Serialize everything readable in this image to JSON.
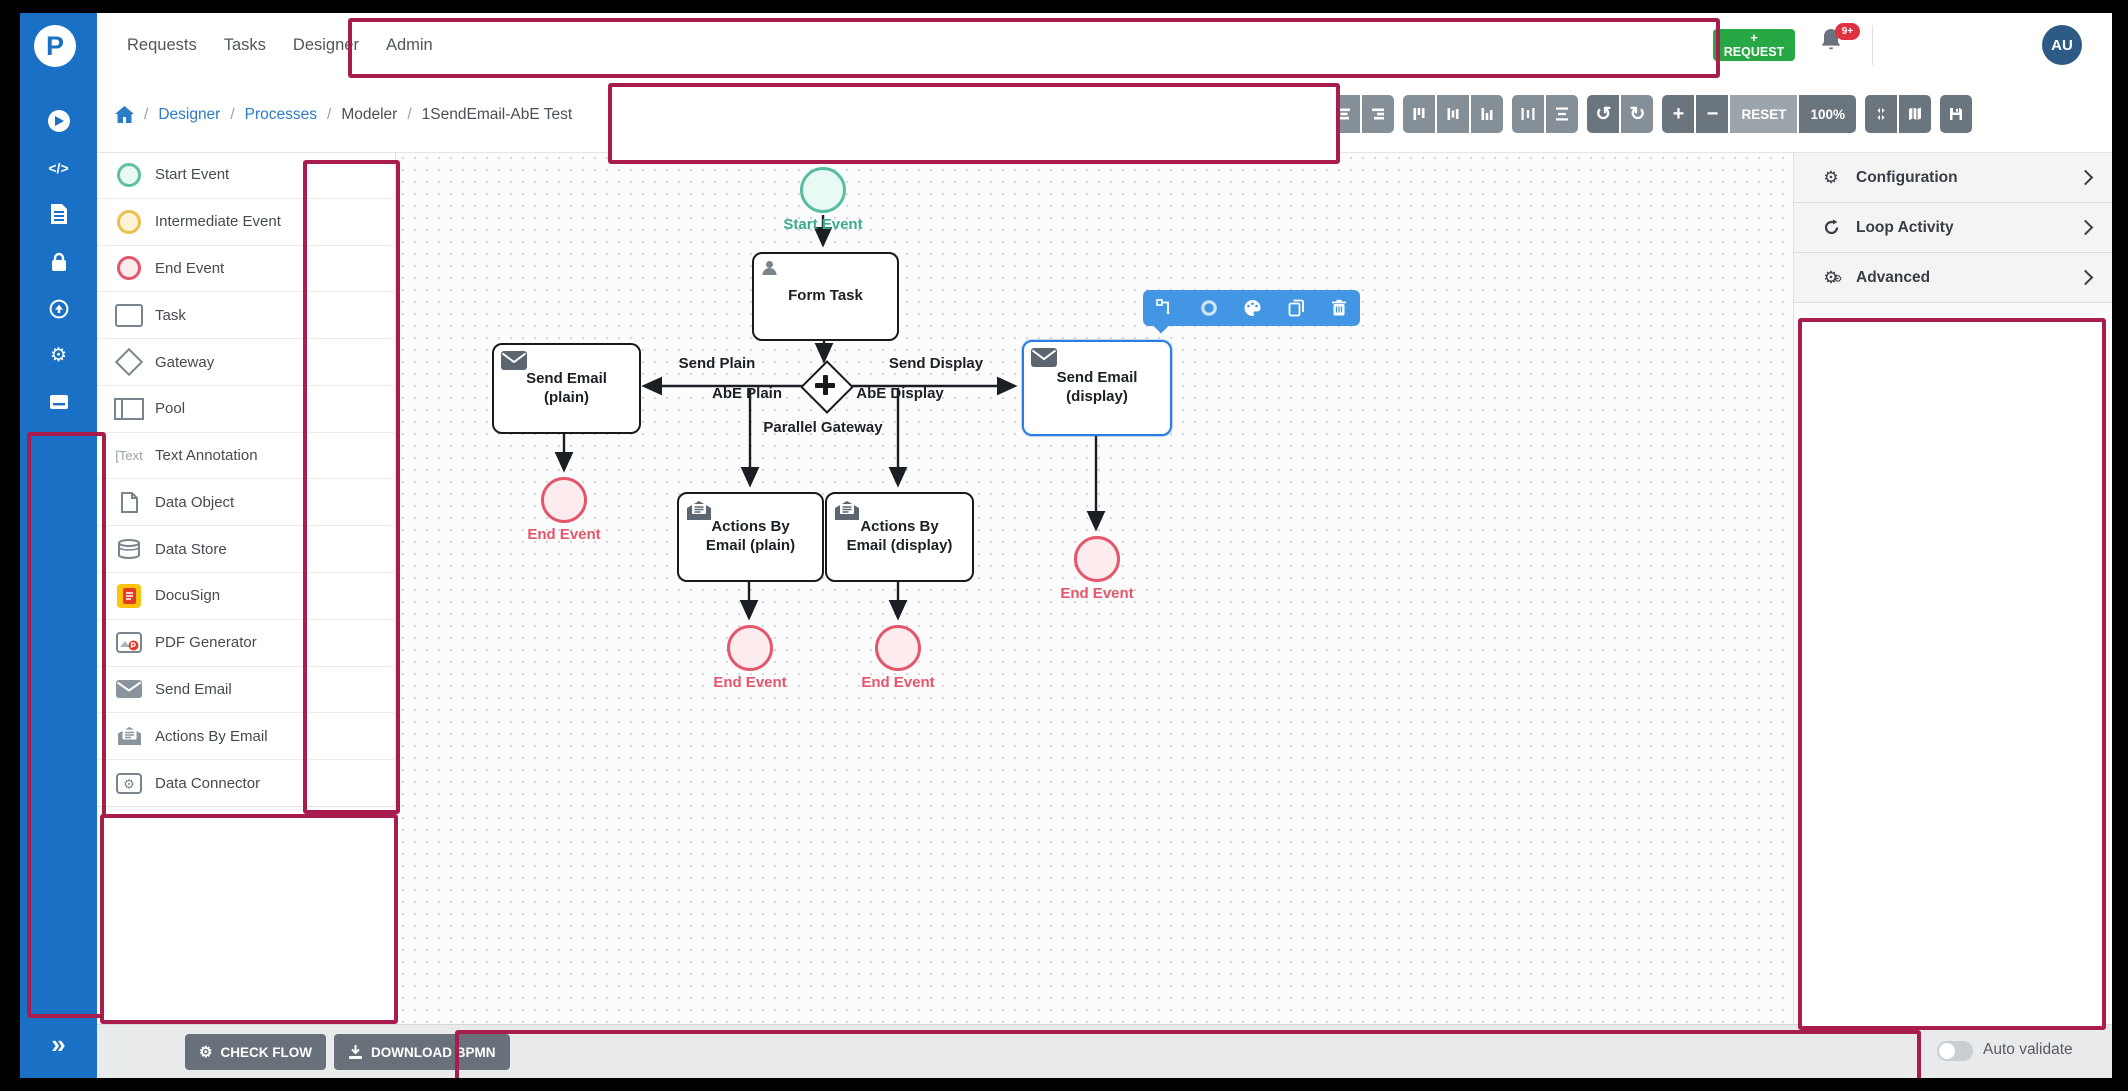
{
  "topbar": {
    "menu": [
      {
        "label": "Requests"
      },
      {
        "label": "Tasks"
      },
      {
        "label": "Designer"
      },
      {
        "label": "Admin"
      }
    ],
    "request_button": "+ REQUEST",
    "notification_badge": "9+",
    "avatar_initials": "AU"
  },
  "breadcrumb": {
    "separator": "/",
    "items": [
      {
        "label": "Designer"
      },
      {
        "label": "Processes"
      },
      {
        "label": "Modeler"
      },
      {
        "label": "1SendEmail-AbE Test"
      }
    ]
  },
  "modeler_toolbar": {
    "reset_label": "RESET",
    "zoom_level": "100%",
    "plus": "+",
    "minus": "−",
    "undo_glyph": "↺",
    "redo_glyph": "↻",
    "icon_names": [
      "align-left",
      "align-center",
      "align-right",
      "align-top",
      "align-middle",
      "align-bottom",
      "distribute-horizontal",
      "distribute-vertical",
      "undo",
      "redo",
      "zoom-in",
      "zoom-out",
      "reset",
      "zoom-level",
      "fit-to-screen",
      "minimap",
      "save"
    ]
  },
  "palette": {
    "items": [
      {
        "label": "Start Event",
        "icon": "start-event-circle"
      },
      {
        "label": "Intermediate Event",
        "icon": "intermediate-event-circle"
      },
      {
        "label": "End Event",
        "icon": "end-event-circle"
      },
      {
        "label": "Task",
        "icon": "task-rectangle"
      },
      {
        "label": "Gateway",
        "icon": "gateway-diamond"
      },
      {
        "label": "Pool",
        "icon": "pool-rectangle"
      },
      {
        "label": "Text Annotation",
        "icon": "text-annotation",
        "glyph": "[Text"
      },
      {
        "label": "Data Object",
        "icon": "data-object-page"
      },
      {
        "label": "Data Store",
        "icon": "data-store-cylinder"
      },
      {
        "label": "DocuSign",
        "icon": "docusign-logo"
      },
      {
        "label": "PDF Generator",
        "icon": "pdf-generator"
      },
      {
        "label": "Send Email",
        "icon": "envelope"
      },
      {
        "label": "Actions By Email",
        "icon": "actions-by-email"
      },
      {
        "label": "Data Connector",
        "icon": "data-connector-gear"
      }
    ]
  },
  "inspector": {
    "sections": [
      {
        "label": "Configuration",
        "icon": "gear"
      },
      {
        "label": "Loop Activity",
        "icon": "loop-arrow"
      },
      {
        "label": "Advanced",
        "icon": "gears"
      }
    ],
    "gear_glyph": "⚙"
  },
  "diagram": {
    "nodes": {
      "start_event": "Start Event",
      "form_task": "Form Task",
      "send_email_plain": "Send Email (plain)",
      "send_email_display": "Send Email (display)",
      "actions_by_email_plain": "Actions By Email (plain)",
      "actions_by_email_display": "Actions By Email (display)",
      "end_event_1": "End Event",
      "end_event_2": "End Event",
      "end_event_3": "End Event",
      "end_event_4": "End Event",
      "gateway_label": "Parallel Gateway"
    },
    "flows": {
      "send_plain": "Send Plain",
      "abe_plain": "AbE Plain",
      "send_display": "Send Display",
      "abe_display": "AbE Display"
    },
    "context_toolbar_icons": [
      "connect-flow",
      "lasso",
      "style-palette",
      "copy",
      "trash"
    ]
  },
  "footer": {
    "check_flow": "CHECK FLOW",
    "download_bpmn": "DOWNLOAD BPMN",
    "auto_validate": "Auto validate",
    "gear_glyph": "⚙"
  },
  "rail": {
    "icon_names": [
      "play",
      "code",
      "document",
      "lock",
      "upload",
      "gear",
      "card"
    ],
    "logo_letter": "P",
    "expand_glyph": "»"
  },
  "colors": {
    "rail_blue": "#1a70c4",
    "annotation_maroon": "#a81c4e",
    "request_green": "#28a745",
    "selection_blue": "#2a7de1",
    "context_toolbar_blue": "#4296e4",
    "start_event_teal": "#56bea2",
    "end_event_red": "#e4566b",
    "intermediate_yellow": "#ecc04f"
  }
}
